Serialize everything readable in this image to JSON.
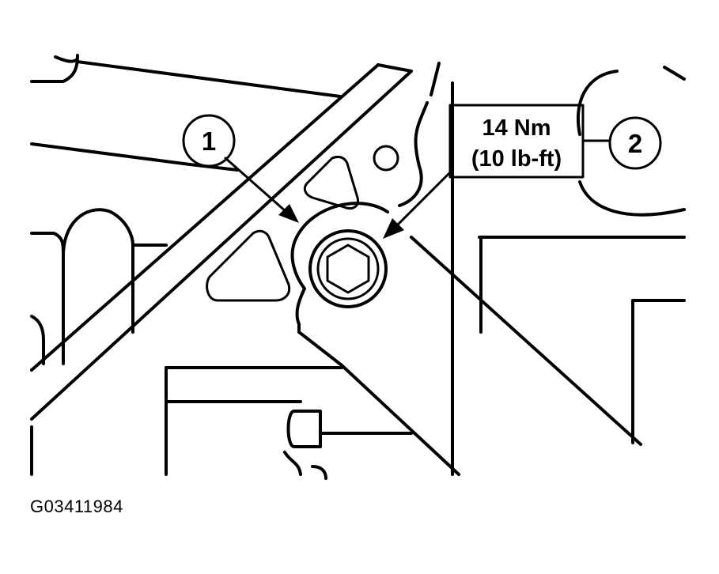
{
  "callouts": [
    {
      "number": "1"
    },
    {
      "number": "2"
    }
  ],
  "torque": {
    "metric": "14 Nm",
    "imperial": "(10 lb-ft)"
  },
  "figure_id": "G03411984"
}
